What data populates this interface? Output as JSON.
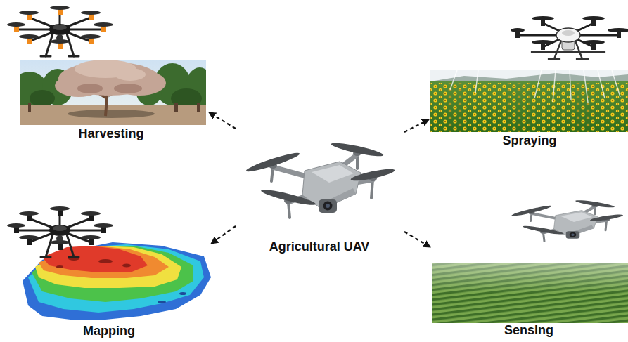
{
  "diagram": {
    "nodes": [
      {
        "text": [
          "Harvesting"
        ]
      },
      {
        "text": [
          "Spraying"
        ]
      },
      {
        "text": [
          "Agricultural UAV"
        ]
      },
      {
        "text": [
          "Mapping"
        ]
      },
      {
        "text": [
          "Sensing"
        ]
      }
    ],
    "edges": [
      {
        "from": 2,
        "to": 0,
        "arrow": "to"
      },
      {
        "from": 2,
        "to": 1,
        "arrow": "to"
      },
      {
        "from": 2,
        "to": 3,
        "arrow": "to"
      },
      {
        "from": 2,
        "to": 4,
        "arrow": "to"
      }
    ]
  }
}
